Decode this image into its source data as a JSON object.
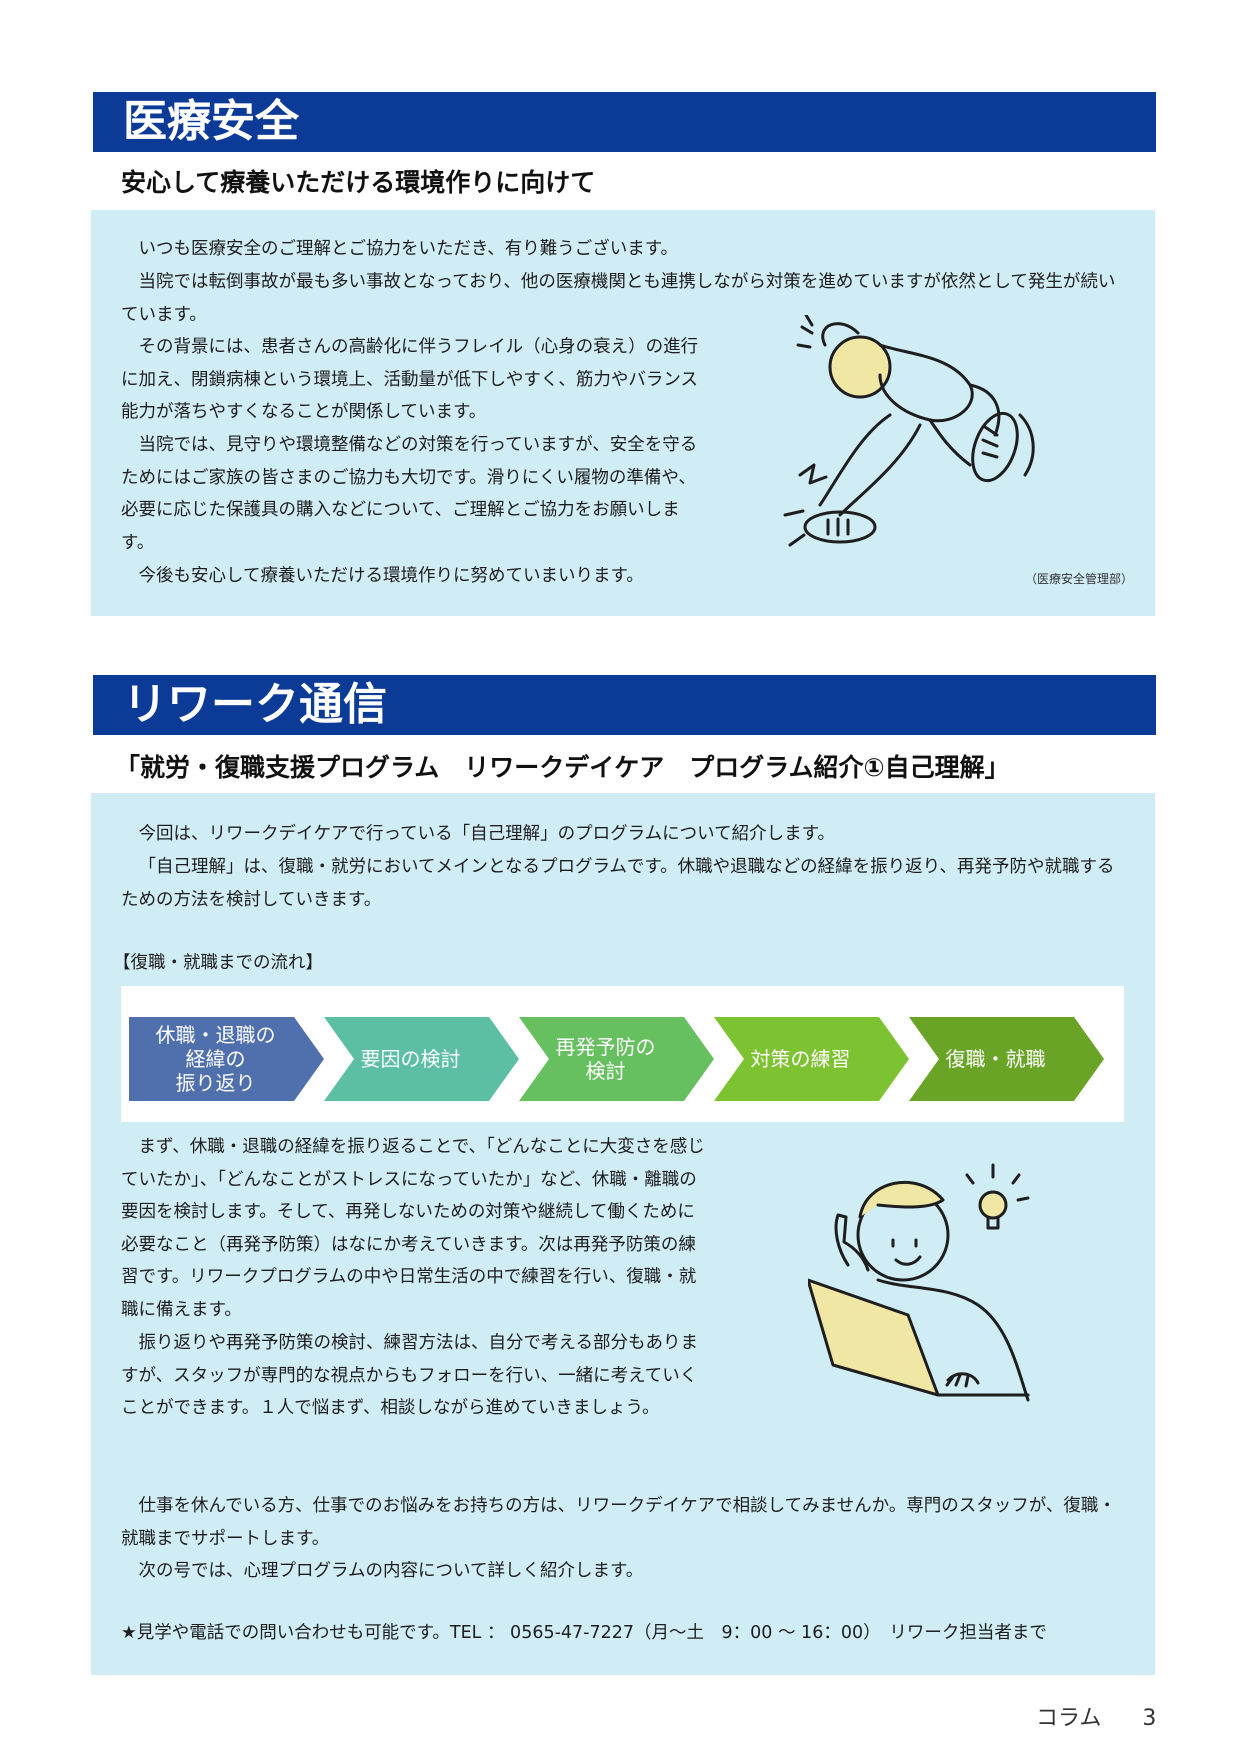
{
  "safety": {
    "title": "医療安全",
    "subtitle": "安心して療養いただける環境作りに向けて",
    "paragraphs": [
      "いつも医療安全のご理解とご協力をいただき、有り難うございます。",
      "当院では転倒事故が最も多い事故となっており、他の医療機関とも連携しながら対策を進めていますが依然として発生が続いています。",
      "その背景には、患者さんの高齢化に伴うフレイル（心身の衰え）の進行に加え、閉鎖病棟という環境上、活動量が低下しやすく、筋力やバランス能力が落ちやすくなることが関係しています。",
      "当院では、見守りや環境整備などの対策を行っていますが、安全を守るためにはご家族の皆さまのご協力も大切です。滑りにくい履物の準備や、必要に応じた保護具の購入などについて、ご理解とご協力をお願いします。",
      "今後も安心して療養いただける環境作りに努めていまいります。"
    ],
    "credit": "（医療安全管理部）"
  },
  "rework": {
    "title": "リワーク通信",
    "subtitle": "「就労・復職支援プログラム　リワークデイケア　プログラム紹介①自己理解」",
    "intro": [
      "今回は、リワークデイケアで行っている「自己理解」のプログラムについて紹介します。",
      "「自己理解」は、復職・就労においてメインとなるプログラムです。休職や退職などの経緯を振り返り、再発予防や就職するための方法を検討していきます。"
    ],
    "flow_heading": "【復職・就職までの流れ】",
    "flow_steps": [
      {
        "label": "休職・退職の\n経緯の\n振り返り",
        "color": "#4f6fad"
      },
      {
        "label": "要因の検討",
        "color": "#5cbfa4"
      },
      {
        "label": "再発予防の\n検討",
        "color": "#66c05f"
      },
      {
        "label": "対策の練習",
        "color": "#7dc230"
      },
      {
        "label": "復職・就職",
        "color": "#6aa427"
      }
    ],
    "body": [
      "まず、休職・退職の経緯を振り返ることで、「どんなことに大変さを感じていたか」、「どんなことがストレスになっていたか」など、休職・離職の要因を検討します。そして、再発しないための対策や継続して働くために必要なこと（再発予防策）はなにか考えていきます。次は再発予防策の練習です。リワークプログラムの中や日常生活の中で練習を行い、復職・就職に備えます。",
      "振り返りや再発予防策の検討、練習方法は、自分で考える部分もありますが、スタッフが専門的な視点からもフォローを行い、一緒に考えていくことができます。１人で悩まず、相談しながら進めていきましょう。"
    ],
    "closing": [
      "仕事を休んでいる方、仕事でのお悩みをお持ちの方は、リワークデイケアで相談してみませんか。専門のスタッフが、復職・就職までサポートします。",
      "次の号では、心理プログラムの内容について詳しく紹介します。"
    ],
    "contact": "★見学や電話での問い合わせも可能です。TEL ： 0565-47-7227（月～土　9：00 ～ 16：00）　リワーク担当者まで"
  },
  "footer": {
    "section": "コラム",
    "page": "3"
  },
  "colors": {
    "band": "#0b3a97",
    "panel": "#d0ecf5",
    "illustration_accent": "#f1e7a4"
  },
  "illustrations": {
    "fall": "person-falling-illustration",
    "work": "person-with-laptop-idea-illustration"
  }
}
